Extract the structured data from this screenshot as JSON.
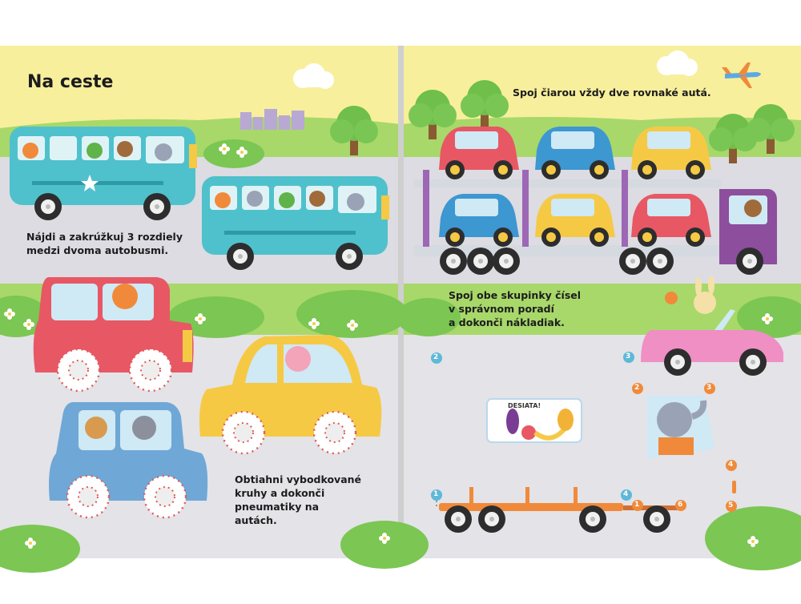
{
  "left_page": {
    "title": "Na ceste",
    "bus_instruction": [
      "Nájdi a zakrúžkuj 3 rozdiely",
      "medzi dvoma autobusmi."
    ],
    "tire_instruction": [
      "Obtiahni vybodkované",
      "kruhy a dokonči",
      "pneumatiky na",
      "autách."
    ]
  },
  "right_page": {
    "match_instruction": "Spoj čiarou vždy dve rovnaké autá.",
    "dots_instruction": [
      "Spoj obe skupinky čísel",
      "v správnom poradí",
      "a dokonči nákladiak."
    ],
    "sign_label": "DESIATA!",
    "dot_numbers": {
      "upper": [
        "2",
        "3",
        "2",
        "3",
        "4",
        "5"
      ],
      "lower": [
        "1",
        "4",
        "1",
        "6"
      ]
    }
  },
  "colors": {
    "sky": "#f7ef9c",
    "road": "#e6e6ea",
    "grass": "#a8d86a",
    "bus": "#4fc1cc",
    "truck": "#8d4e9e",
    "trailer": "#f08a3a"
  },
  "icons": [
    "airplane-icon",
    "cloud-icon",
    "tree-icon",
    "building-icon",
    "flower-icon",
    "fox-icon",
    "crocodile-icon",
    "bear-icon",
    "koala-icon",
    "cat-icon",
    "pig-icon",
    "raccoon-icon",
    "rabbit-icon",
    "elephant-icon",
    "eggplant-icon",
    "apple-icon",
    "banana-icon",
    "pineapple-icon"
  ]
}
